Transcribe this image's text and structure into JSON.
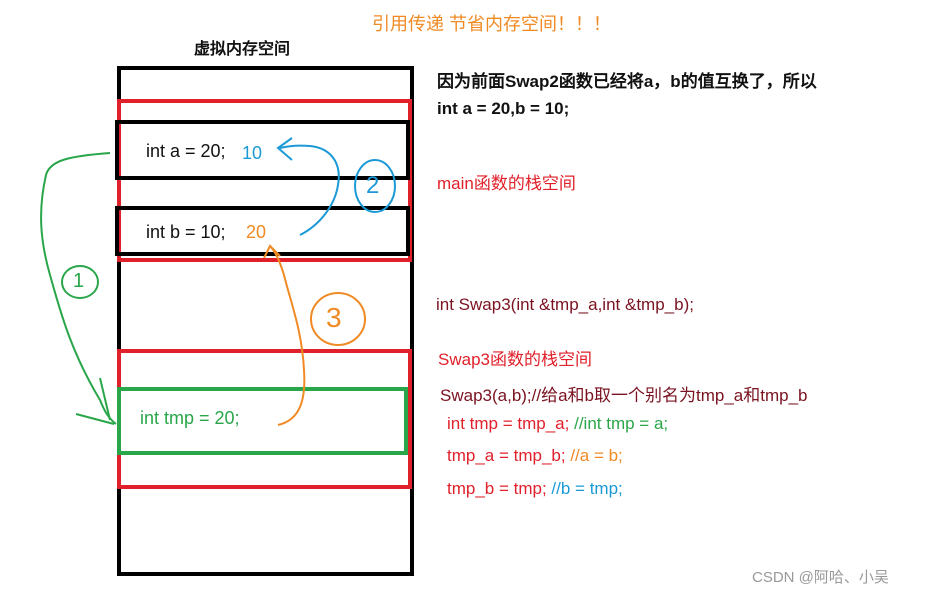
{
  "title": "引用传递  节省内存空间！！！",
  "memory_label": "虚拟内存空间",
  "note_line1": "因为前面Swap2函数已经将a，b的值互换了，所以",
  "note_line2": "int a = 20,b = 10;",
  "main_frame_label": "main函数的栈空间",
  "swap3_signature": "int Swap3(int &tmp_a,int &tmp_b);",
  "swap3_frame_label": "Swap3函数的栈空间",
  "swap3_call": "Swap3(a,b);//给a和b取一个别名为tmp_a和tmp_b",
  "code": [
    {
      "stmt": "int tmp = tmp_a;",
      "comment": "//int tmp = a;"
    },
    {
      "stmt": "tmp_a = tmp_b;",
      "comment": "//a = b;"
    },
    {
      "stmt": "tmp_b = tmp;",
      "comment": "//b = tmp;"
    }
  ],
  "var_a": "int a = 20;",
  "var_a_new": "10",
  "var_b": "int b = 10;",
  "var_b_new": "20",
  "var_tmp": "int tmp = 20;",
  "step_labels": [
    "1",
    "2",
    "3"
  ],
  "watermark": "CSDN @阿哈、小吴",
  "colors": {
    "red": "#e0202a",
    "green": "#2aa64a",
    "blue": "#1b9ad6",
    "orange": "#f08a24",
    "dark_red": "#7a1220"
  }
}
